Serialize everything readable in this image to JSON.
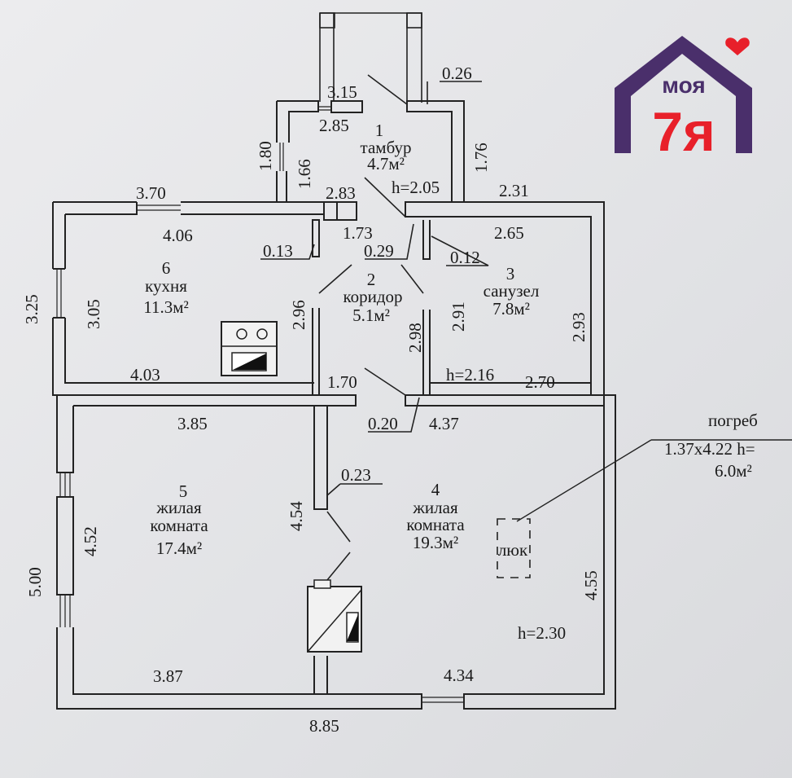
{
  "rooms": [
    {
      "num": "1",
      "name": "тамбур",
      "area": "4.7м²",
      "height": "h=2.05"
    },
    {
      "num": "2",
      "name": "коридор",
      "area": "5.1м²"
    },
    {
      "num": "3",
      "name": "санузел",
      "area": "7.8м²",
      "height": "h=2.16"
    },
    {
      "num": "4",
      "name_line1": "жилая",
      "name_line2": "комната",
      "area": "19.3м²",
      "height": "h=2.30"
    },
    {
      "num": "5",
      "name_line1": "жилая",
      "name_line2": "комната",
      "area": "17.4м²"
    },
    {
      "num": "6",
      "name": "кухня",
      "area": "11.3м²"
    }
  ],
  "cellar": {
    "title": "погреб",
    "dims": "1.37x4.22  h=",
    "area": "6.0м²",
    "hatch": "люк"
  },
  "dims": {
    "d_0_26": "0.26",
    "d_3_15": "3.15",
    "d_2_85": "2.85",
    "d_1_80": "1.80",
    "d_1_66": "1.66",
    "d_1_76": "1.76",
    "d_3_70": "3.70",
    "d_2_83": "2.83",
    "d_2_31": "2.31",
    "d_4_06": "4.06",
    "d_1_73": "1.73",
    "d_2_65": "2.65",
    "d_0_13": "0.13",
    "d_0_29": "0.29",
    "d_0_12": "0.12",
    "d_3_25": "3.25",
    "d_3_05": "3.05",
    "d_2_96": "2.96",
    "d_2_98": "2.98",
    "d_2_91": "2.91",
    "d_2_93": "2.93",
    "d_4_03": "4.03",
    "d_1_70": "1.70",
    "d_2_70": "2.70",
    "d_3_85": "3.85",
    "d_0_20": "0.20",
    "d_4_37": "4.37",
    "d_0_23": "0.23",
    "d_4_54": "4.54",
    "d_4_52": "4.52",
    "d_5_00": "5.00",
    "d_4_55": "4.55",
    "d_3_87": "3.87",
    "d_4_34": "4.34",
    "d_8_85": "8.85"
  },
  "logo": {
    "text_top": "моя",
    "text_main": "7я",
    "purple": "#4a2f6b",
    "red": "#e8202a"
  }
}
